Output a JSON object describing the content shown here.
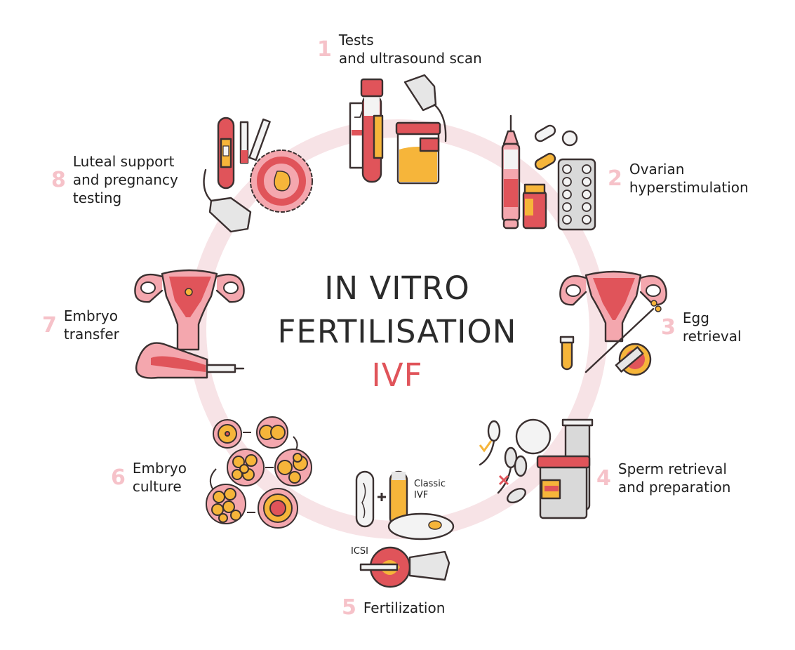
{
  "title": {
    "line1": "IN VITRO",
    "line2": "FERTILISATION",
    "abbr": "IVF"
  },
  "colors": {
    "ring": "#f7e3e6",
    "step_number": "#f6c2c9",
    "accent_red": "#e0545a",
    "pink": "#f4a7ae",
    "yellow": "#f6b53a",
    "grey": "#d9d9d9",
    "text": "#1f1f1f"
  },
  "steps": [
    {
      "number": "1",
      "label": "Tests\nand ultrasound scan",
      "icon": "test-tubes-ultrasound-icon"
    },
    {
      "number": "2",
      "label": "Ovarian\nhyperstimulation",
      "icon": "injection-pen-pills-icon"
    },
    {
      "number": "3",
      "label": "Egg\nretrieval",
      "icon": "uterus-egg-retrieval-icon"
    },
    {
      "number": "4",
      "label": "Sperm retrieval\nand preparation",
      "icon": "sperm-sample-icon"
    },
    {
      "number": "5",
      "label": "Fertilization",
      "icon": "fertilization-icon"
    },
    {
      "number": "6",
      "label": "Embryo\nculture",
      "icon": "embryo-cells-icon"
    },
    {
      "number": "7",
      "label": "Embryo\ntransfer",
      "icon": "uterus-transfer-icon"
    },
    {
      "number": "8",
      "label": "Luteal support\nand pregnancy\ntesting",
      "icon": "pregnancy-test-icon"
    }
  ],
  "fertilization_labels": {
    "classic": "Classic\nIVF",
    "icsi": "ICSI"
  }
}
